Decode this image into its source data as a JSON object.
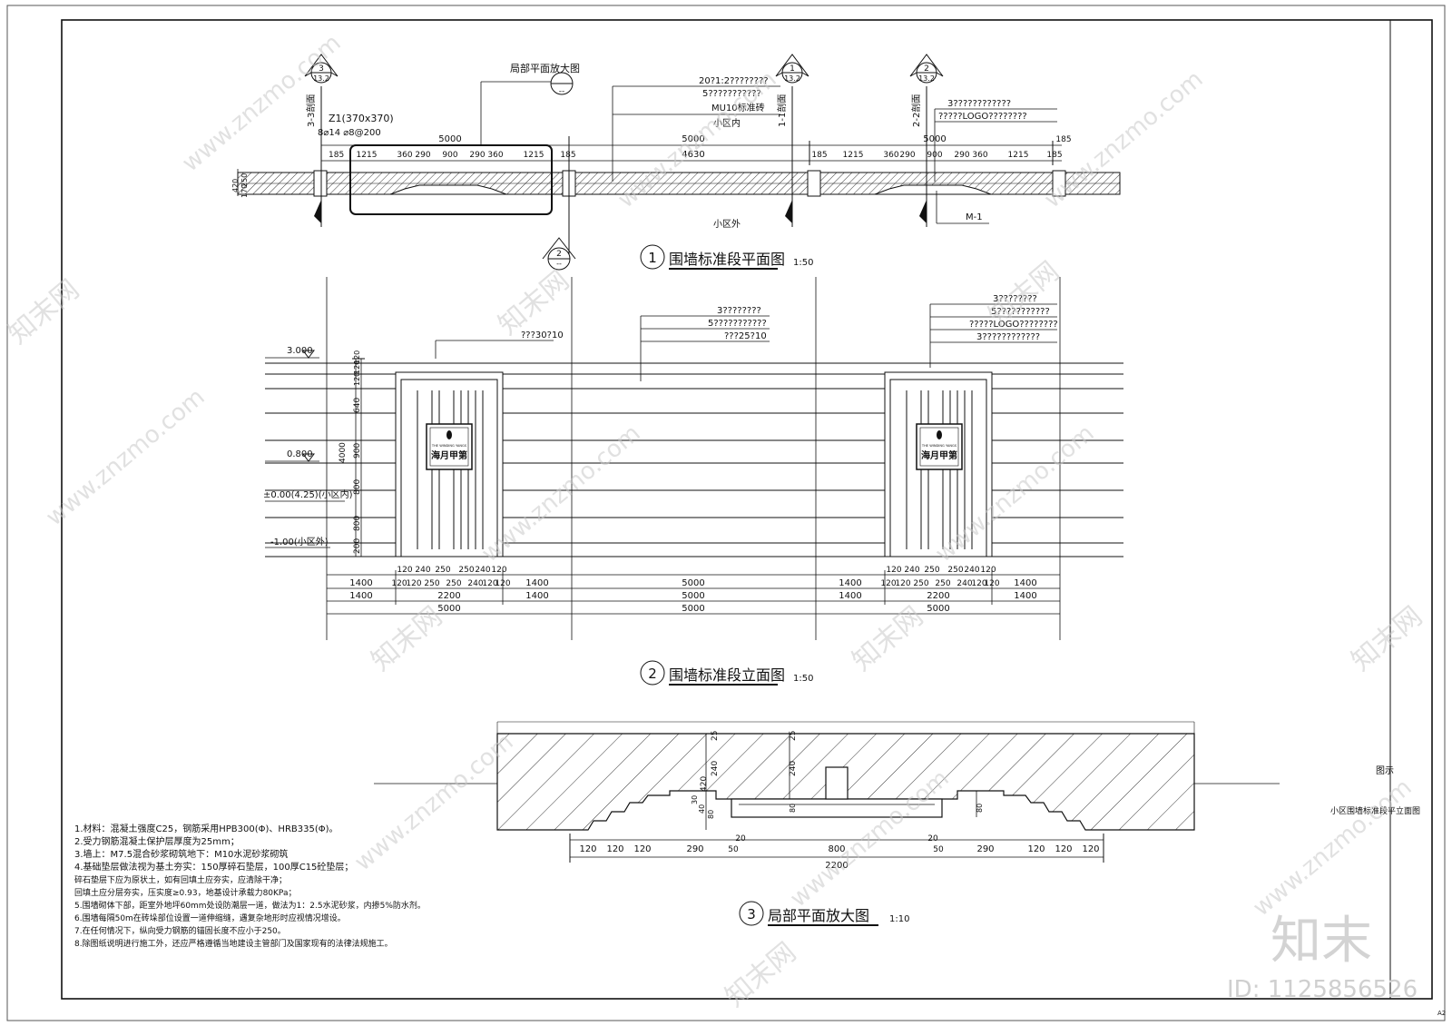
{
  "plan": {
    "title_num": "1",
    "title": "围墙标准段平面图",
    "scale": "1:50",
    "callout_detail": "局部平面放大图",
    "callout_detail_ref": "--",
    "section_marks": [
      {
        "num": "3",
        "sheet": "13.2",
        "label": "3-3剖面"
      },
      {
        "num": "1",
        "sheet": "13.2",
        "label": "1-1剖面"
      },
      {
        "num": "2",
        "sheet": "13.2",
        "label": "2-2剖面"
      }
    ],
    "lower_mark": {
      "num": "2",
      "sheet": "--"
    },
    "column_label": "Z1(370x370)",
    "rebar_label": "8⌀14  ⌀8@200",
    "notes_mid": [
      "20?1:2????????",
      "5???????????",
      "MU10标准砖",
      "小区内"
    ],
    "notes_right": [
      "3????????????",
      "?????LOGO????????"
    ],
    "inside_label": "小区内",
    "outside_label": "小区外",
    "door_tag": "M-1",
    "dim_total_left": "5000",
    "dim_total_mid": "5000",
    "dim_total_right": "5000",
    "dims_left": [
      "185",
      "1215",
      "360",
      "290",
      "900",
      "290",
      "360",
      "1215",
      "185"
    ],
    "dim_mid": "4630",
    "dims_right": [
      "185",
      "1215",
      "360",
      "290",
      "900",
      "290",
      "360",
      "1215",
      "185"
    ],
    "dims_vertical": [
      "420",
      "250",
      "170"
    ],
    "small_dim": "185"
  },
  "elevation": {
    "title_num": "2",
    "title": "围墙标准段立面图",
    "scale": "1:50",
    "levels": [
      "3.000",
      "0.800",
      "±0.00(4.25)(小区内)",
      "-1.00(小区外)"
    ],
    "notes_left": [
      "???30?10"
    ],
    "notes_mid": [
      "3????????",
      "5???????????",
      "???25?10"
    ],
    "notes_right": [
      "3????????",
      "5???????????",
      "?????LOGO????????",
      "3????????????"
    ],
    "vertical_dims": [
      "200",
      "800",
      "800",
      "900",
      "4000",
      "640",
      "120",
      "120",
      "120"
    ],
    "sign_en": "THE WINDING YANGS",
    "sign_cn": "海月甲第",
    "dims_row1": [
      "120",
      "240",
      "250",
      "250",
      "240",
      "120"
    ],
    "dims_row1b": [
      "120",
      "120",
      "250",
      "250",
      "240",
      "120",
      "120"
    ],
    "dims_row2": [
      "1400",
      "2200",
      "1400",
      "5000",
      "1400",
      "2200",
      "1400"
    ],
    "dims_row2a": [
      "1400",
      "1400",
      "5000",
      "1400",
      "1400"
    ],
    "dims_row3": [
      "5000",
      "5000",
      "5000"
    ]
  },
  "detail": {
    "title_num": "3",
    "title": "局部平面放大图",
    "scale": "1:10",
    "v_dims_left": [
      "25",
      "240",
      "420",
      "30",
      "40",
      "80"
    ],
    "v_dims_mid": [
      "25",
      "240",
      "80"
    ],
    "v_dims_right": [
      "80"
    ],
    "h_dims": [
      "120",
      "120",
      "120",
      "290",
      "50",
      "20",
      "800",
      "20",
      "50",
      "290",
      "120",
      "120",
      "120"
    ],
    "total": "2200"
  },
  "notes": [
    "1.材料：混凝土强度C25，钢筋采用HPB300(Φ)、HRB335(Φ)。",
    "2.受力钢筋混凝土保护层厚度为25mm；",
    "3.墙上：M7.5混合砂浆砌筑地下：M10水泥砂浆砌筑",
    "4.基础垫层做法视为基土夯实：150厚碎石垫层，100厚C15砼垫层；",
    "   碎石垫层下应为原状土，如有回填土应夯实，应清除干净；",
    "   回填土应分层夯实，压实度≥0.93，地基设计承载力80KPa；",
    "5.围墙砌体下部，距室外地坪60mm处设防潮层一道，做法为1：2.5水泥砂浆，内掺5%防水剂。",
    "6.围墙每隔50m在砖垛部位设置一道伸缩缝，遇复杂地形时应视情况增设。",
    "7.在任何情况下，纵向受力钢筋的锚固长度不应小于250。",
    "8.除图纸说明进行施工外，还应严格遵循当地建设主管部门及国家现有的法律法规施工。"
  ],
  "titleblock": {
    "label": "图示",
    "drawing_name": "小区围墙标准段平立面图",
    "sheet_size": "A2"
  },
  "watermark": {
    "site": "www.znzmo.com",
    "brand": "知末网",
    "logo": "知末",
    "id_label": "ID: 1125856526"
  }
}
